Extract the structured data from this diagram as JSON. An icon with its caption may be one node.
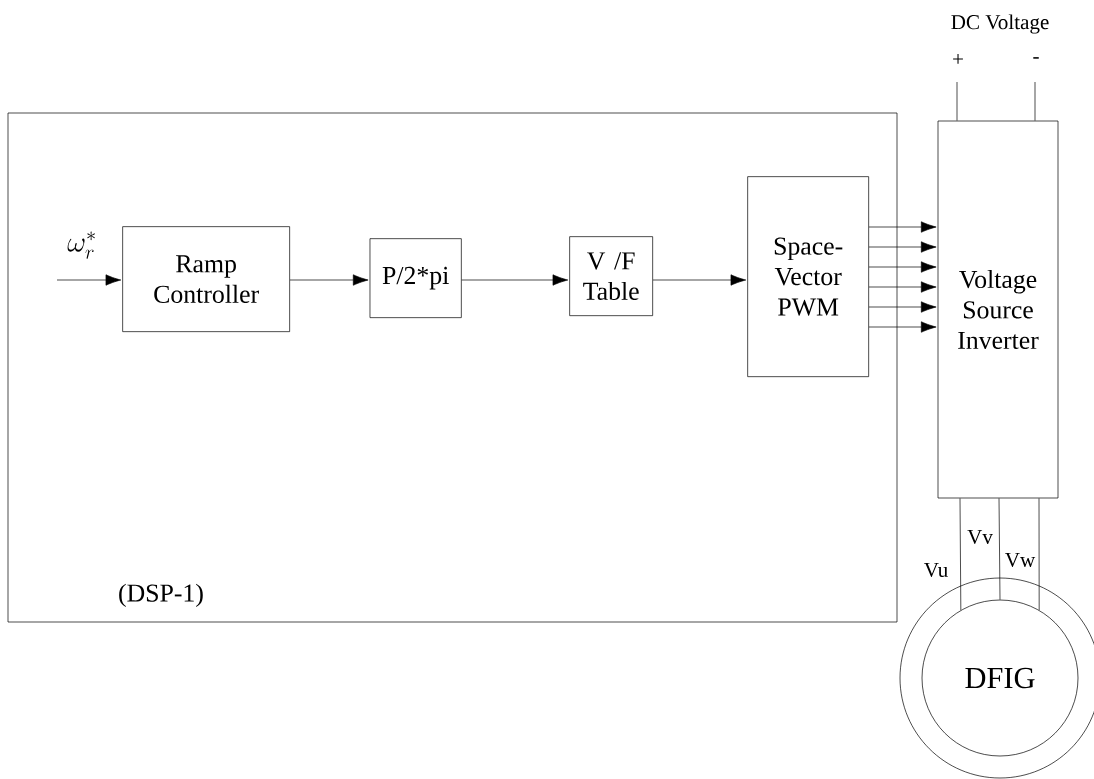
{
  "diagram": {
    "nodes": [
      {
        "text": [
          "(DSP-1)"
        ]
      },
      {
        "text": [
          "Ramp Controller"
        ],
        "in": 0
      },
      {
        "text": [
          "P/2*pi"
        ],
        "in": 0
      },
      {
        "text": [
          "V /F Table"
        ],
        "in": 0
      },
      {
        "text": [
          "Space-Vector PWM"
        ],
        "in": 0
      },
      {
        "text": [
          "Voltage Source Inverter"
        ]
      },
      {
        "text": [
          "DFIG"
        ]
      }
    ],
    "edges": [
      {
        "from": null,
        "to": 1,
        "arrow": "to",
        "label": "\\omega_r^{*}"
      },
      {
        "from": 1,
        "to": 2,
        "arrow": "to"
      },
      {
        "from": 2,
        "to": 3,
        "arrow": "to"
      },
      {
        "from": 3,
        "to": 4,
        "arrow": "to"
      },
      {
        "from": 4,
        "to": 5,
        "arrow": "to"
      },
      {
        "from": 4,
        "to": 5,
        "arrow": "to"
      },
      {
        "from": 4,
        "to": 5,
        "arrow": "to"
      },
      {
        "from": 4,
        "to": 5,
        "arrow": "to"
      },
      {
        "from": 4,
        "to": 5,
        "arrow": "to"
      },
      {
        "from": 4,
        "to": 5,
        "arrow": "to"
      },
      {
        "from": 5,
        "to": 6,
        "arrow": "none",
        "label": "Vu"
      },
      {
        "from": 5,
        "to": 6,
        "arrow": "none",
        "label": "Vv"
      },
      {
        "from": 5,
        "to": 6,
        "arrow": "none",
        "label": "Vw"
      },
      {
        "from": null,
        "to": 5,
        "arrow": "none",
        "label": "+"
      },
      {
        "from": null,
        "to": 5,
        "arrow": "none",
        "label": "-"
      }
    ],
    "labels": [
      "DC Voltage"
    ]
  }
}
